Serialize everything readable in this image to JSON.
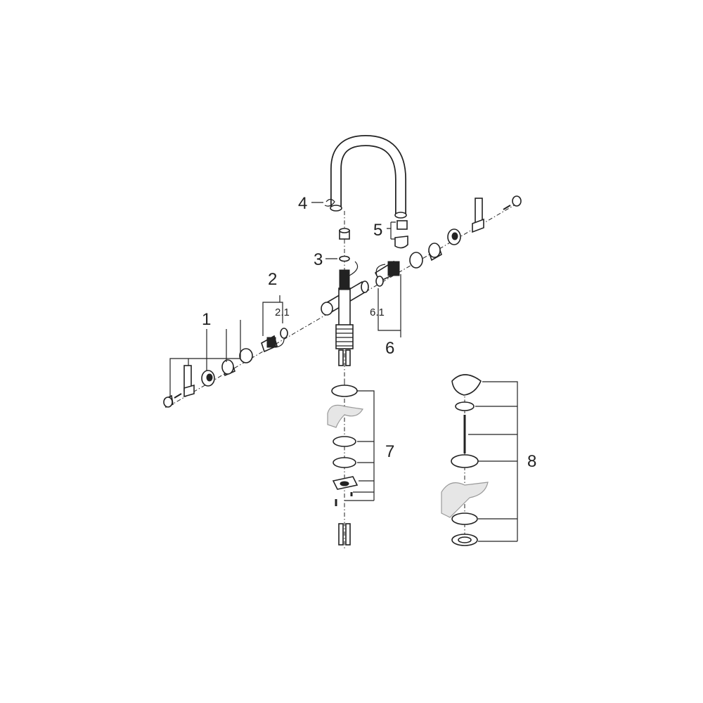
{
  "callouts": {
    "c1": "1",
    "c2": "2",
    "c2_1": "2.1",
    "c3": "3",
    "c4": "4",
    "c5": "5",
    "c6": "6",
    "c6_1": "6.1",
    "c7": "7",
    "c8": "8"
  }
}
